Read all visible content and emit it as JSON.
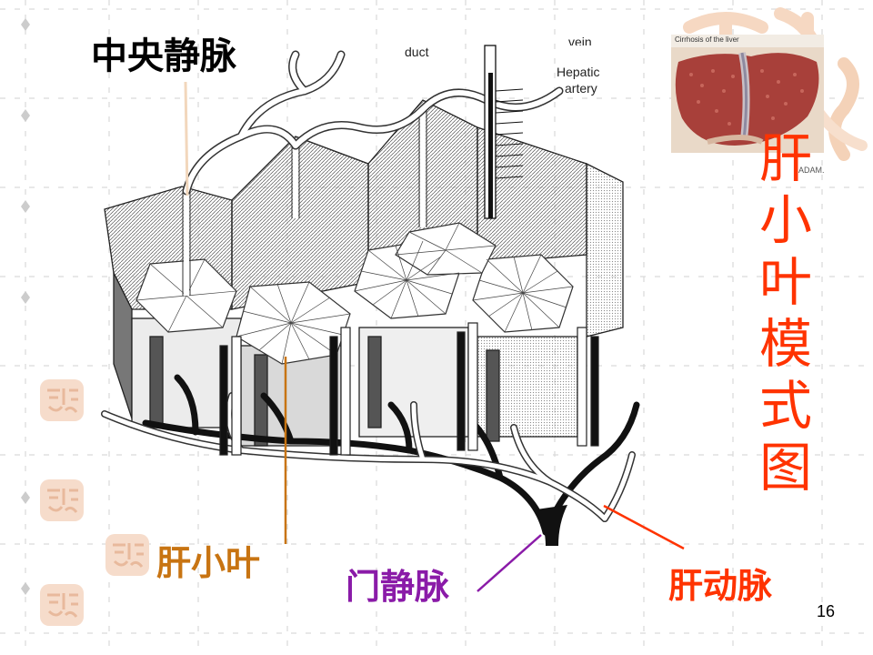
{
  "slide": {
    "page_number": "16",
    "vertical_title_chars": [
      "肝",
      "小",
      "叶",
      "模",
      "式",
      "图"
    ]
  },
  "labels": {
    "central_vein": "中央静脉",
    "lobule": "肝小叶",
    "portal_vein": "门静脉",
    "hepatic_artery": "肝动脉"
  },
  "diagram_text": {
    "duct": "duct",
    "vein_partial": "vein",
    "hepatic": "Hepatic",
    "artery": "artery"
  },
  "inset": {
    "caption": "Cirrhosis of the liver",
    "brand": "ADAM."
  },
  "colors": {
    "lobule_label": "#c87412",
    "portal_vein_label": "#8a1ba8",
    "hepatic_artery_label": "#ff3300",
    "title": "#ff3300",
    "liver": "#a8403a"
  }
}
